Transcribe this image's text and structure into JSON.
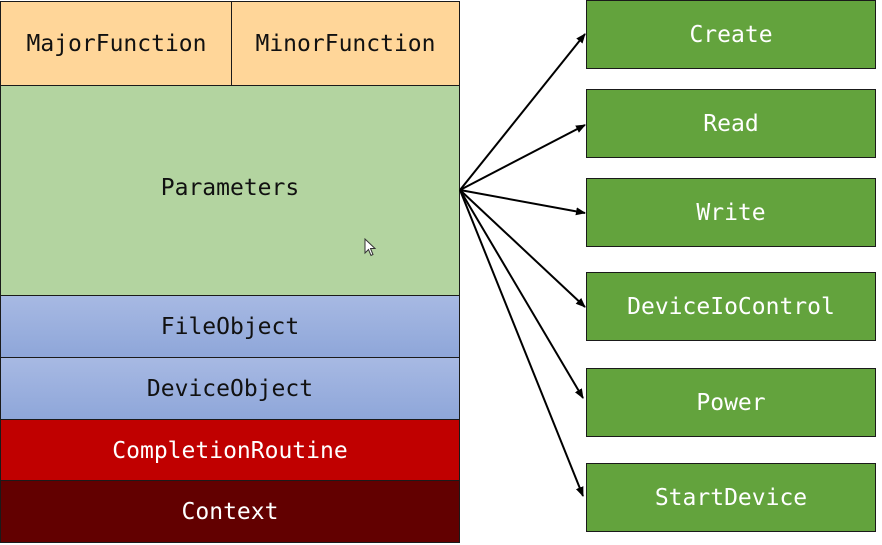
{
  "irp_fields": {
    "major_function": "MajorFunction",
    "minor_function": "MinorFunction",
    "parameters": "Parameters",
    "file_object": "FileObject",
    "device_object": "DeviceObject",
    "completion_routine": "CompletionRoutine",
    "context": "Context"
  },
  "functions": [
    "Create",
    "Read",
    "Write",
    "DeviceIoControl",
    "Power",
    "StartDevice"
  ],
  "colors": {
    "header": "#ffd699",
    "parameters": "#b3d4a0",
    "objects": "#8ea6d9",
    "completion_routine": "#c00000",
    "context": "#620000",
    "function_box": "#63a33d"
  }
}
